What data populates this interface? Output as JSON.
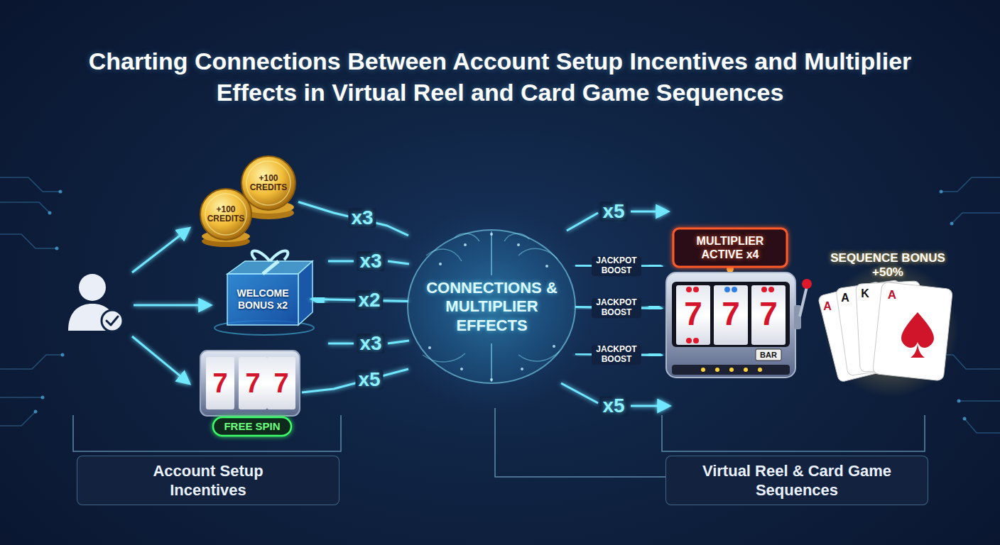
{
  "diagram": {
    "title": "Charting Connections Between Account Setup Incentives and Multiplier Effects in Virtual Reel and Card Game Sequences",
    "nodes": [
      {
        "text": [
          "+100 CREDITS",
          "+100 CREDITS"
        ]
      },
      {
        "text": [
          "WELCOME BONUS x2"
        ]
      },
      {
        "text": [
          "FREE SPIN"
        ]
      },
      {
        "text": [
          "CONNECTIONS & MULTIPLIER EFFECTS"
        ]
      },
      {
        "text": [
          "MULTIPLIER ACTIVE x4"
        ]
      },
      {
        "text": [
          "SEQUENCE BONUS +50%"
        ]
      },
      {
        "text": [
          "Account Setup Incentives"
        ]
      },
      {
        "text": [
          "Virtual Reel & Card Game Sequences"
        ]
      }
    ],
    "edges": [
      {
        "from": 0,
        "to": 3,
        "label": "x3",
        "arrow": "none"
      },
      {
        "from": 3,
        "to": 1,
        "label": "x2",
        "arrow": "to"
      },
      {
        "from": 2,
        "to": 3,
        "label": "x5",
        "arrow": "none"
      },
      {
        "from": 3,
        "to": 4,
        "label": "JACKPOT BOOST",
        "arrow": "to"
      },
      {
        "from": 3,
        "to": 4,
        "label": "JACKPOT BOOST",
        "arrow": "to"
      },
      {
        "from": 3,
        "to": 4,
        "label": "JACKPOT BOOST",
        "arrow": "to"
      }
    ],
    "labels": [
      "x3",
      "x3",
      "x5",
      "x5",
      "7",
      "7",
      "7",
      "7",
      "7",
      "7",
      "BAR",
      "A",
      "A",
      "K",
      "A"
    ]
  }
}
